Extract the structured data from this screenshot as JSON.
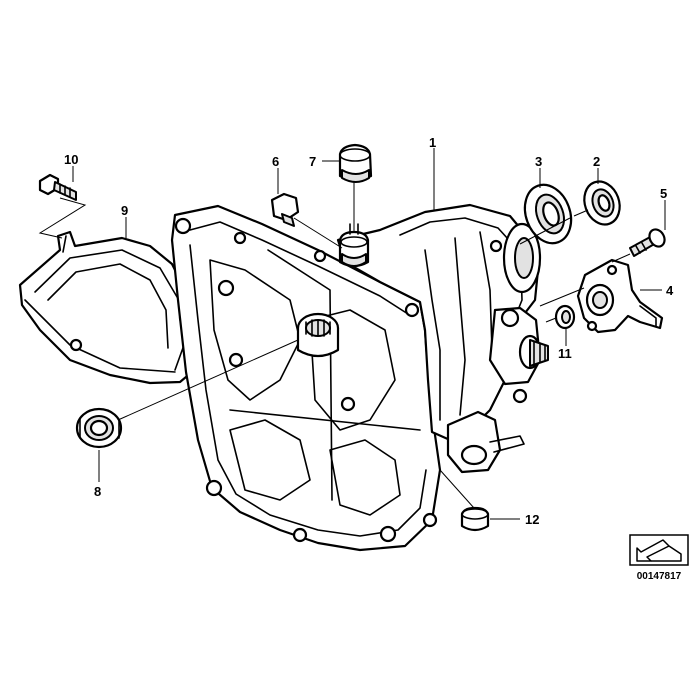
{
  "callouts": [
    {
      "id": "1",
      "label": "1"
    },
    {
      "id": "2",
      "label": "2"
    },
    {
      "id": "3",
      "label": "3"
    },
    {
      "id": "4",
      "label": "4"
    },
    {
      "id": "5",
      "label": "5"
    },
    {
      "id": "6",
      "label": "6"
    },
    {
      "id": "7",
      "label": "7"
    },
    {
      "id": "8",
      "label": "8"
    },
    {
      "id": "9",
      "label": "9"
    },
    {
      "id": "10",
      "label": "10"
    },
    {
      "id": "11",
      "label": "11"
    },
    {
      "id": "12",
      "label": "12"
    }
  ],
  "reference": {
    "number": "00147817",
    "icon": "arrow-reference-icon"
  }
}
